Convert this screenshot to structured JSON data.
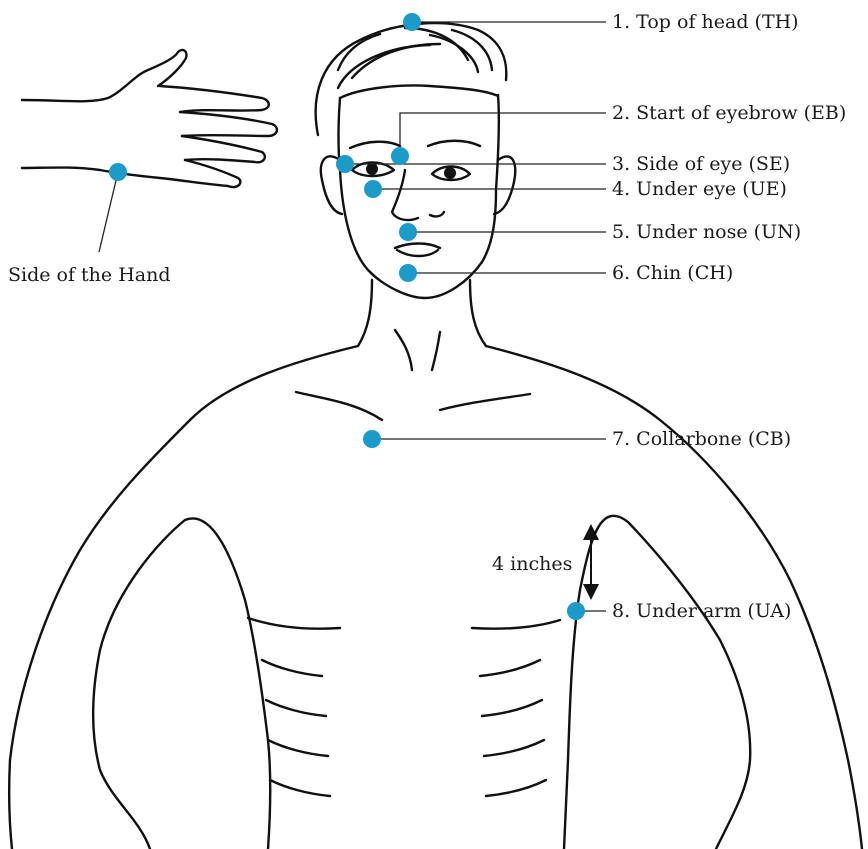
{
  "colors": {
    "point": "#1c9bc8",
    "line": "#111111"
  },
  "labels": {
    "top_of_head": "1. Top of head (TH)",
    "start_of_eyebrow": "2. Start of eyebrow (EB)",
    "side_of_eye": "3. Side of eye (SE)",
    "under_eye": "4. Under eye (UE)",
    "under_nose": "5. Under nose (UN)",
    "chin": "6. Chin (CH)",
    "collarbone": "7. Collarbone (CB)",
    "under_arm": "8. Under arm (UA)",
    "side_of_hand": "Side of the Hand",
    "measure": "4 inches"
  }
}
